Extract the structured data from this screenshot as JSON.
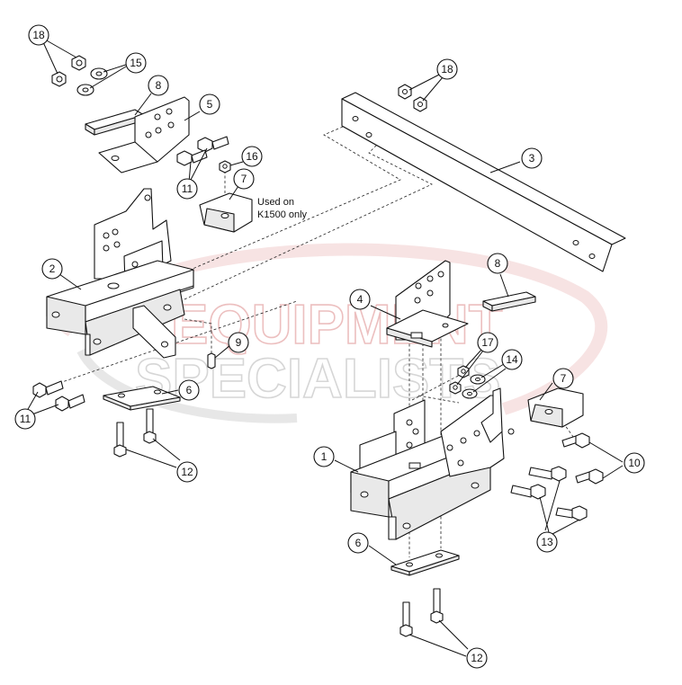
{
  "diagram": {
    "callouts": [
      "18",
      "15",
      "8",
      "5",
      "11",
      "16",
      "7",
      "2",
      "9",
      "6",
      "12",
      "18",
      "3",
      "8",
      "4",
      "17",
      "14",
      "7",
      "1",
      "10",
      "13",
      "6",
      "12",
      "11"
    ],
    "note_lines": [
      "Used on",
      "K1500 only"
    ],
    "watermark": {
      "line1": "EQUIPMENT",
      "line2": "SPECIALISTS"
    },
    "colors": {
      "watermark_red": "#e8b0b0",
      "watermark_grey": "#cfcfcf",
      "ink": "#111111"
    }
  }
}
